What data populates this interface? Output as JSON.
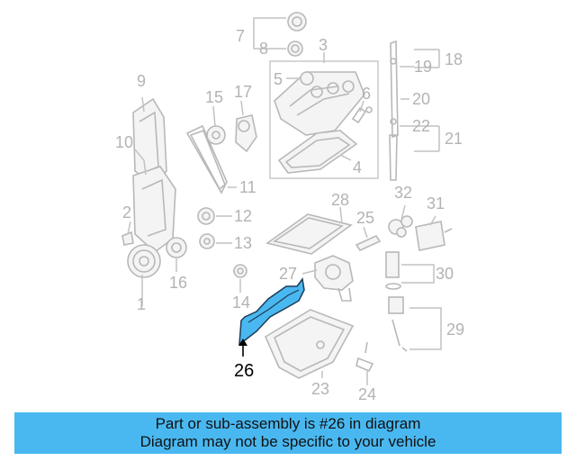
{
  "highlight_color": "#4ab8f0",
  "highlight_part": "26",
  "labels": {
    "p1": "1",
    "p2": "2",
    "p3": "3",
    "p4": "4",
    "p5": "5",
    "p6": "6",
    "p7": "7",
    "p8": "8",
    "p9": "9",
    "p10": "10",
    "p11": "11",
    "p12": "12",
    "p13": "13",
    "p14": "14",
    "p15": "15",
    "p16": "16",
    "p17": "17",
    "p18": "18",
    "p19": "19",
    "p20": "20",
    "p21": "21",
    "p22": "22",
    "p23": "23",
    "p24": "24",
    "p25": "25",
    "p26": "26",
    "p27": "27",
    "p28": "28",
    "p29": "29",
    "p30": "30",
    "p31": "31",
    "p32": "32"
  },
  "banner": {
    "line1": "Part or sub-assembly is #26 in diagram",
    "line2": "Diagram may not be specific to your vehicle"
  }
}
